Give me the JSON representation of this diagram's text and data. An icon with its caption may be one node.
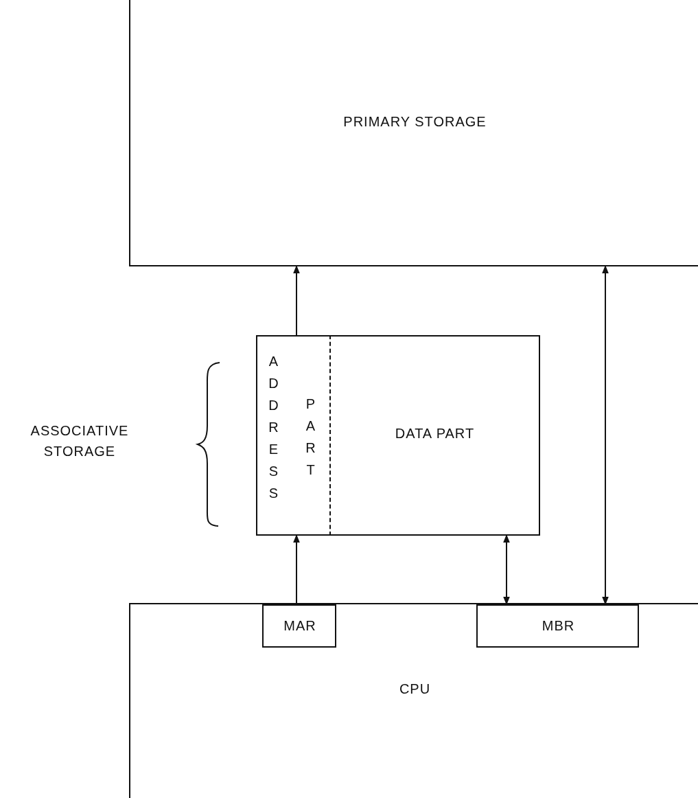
{
  "diagram": {
    "nodes": [
      {
        "text": [
          "PRIMARY STORAGE"
        ]
      },
      {
        "text": [],
        "shape": "box"
      },
      {
        "text": [
          "ADDRESS",
          "PART"
        ],
        "in": 1
      },
      {
        "text": [
          "DATA PART"
        ],
        "in": 1
      },
      {
        "text": [
          "CPU"
        ]
      },
      {
        "text": [
          "MAR"
        ],
        "in": 4
      },
      {
        "text": [
          "MBR"
        ],
        "in": 4
      }
    ],
    "edges": [
      {
        "from": 2,
        "to": 0,
        "arrow": "to"
      },
      {
        "from": 5,
        "to": 2,
        "arrow": "to"
      },
      {
        "from": 3,
        "to": 6,
        "arrow": "both"
      },
      {
        "from": 0,
        "to": 6,
        "arrow": "both"
      }
    ],
    "labels": [
      "ASSOCIATIVE STORAGE"
    ]
  }
}
